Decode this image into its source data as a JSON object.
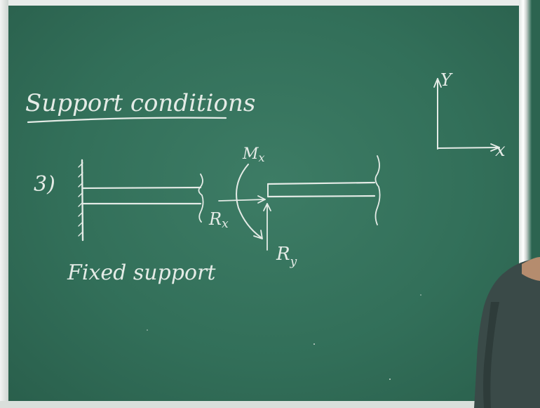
{
  "board": {
    "heading": "Support conditions",
    "item_number": "3)",
    "support_label": "Fixed support",
    "moment_label": "M",
    "moment_subscript": "x",
    "reaction_x_label": "R",
    "reaction_x_subscript": "x",
    "reaction_y_label": "R",
    "reaction_y_subscript": "y",
    "axis_y_label": "Y",
    "axis_x_label": "x"
  },
  "colors": {
    "board": "#326f59",
    "chalk": "#e4ebe6"
  }
}
